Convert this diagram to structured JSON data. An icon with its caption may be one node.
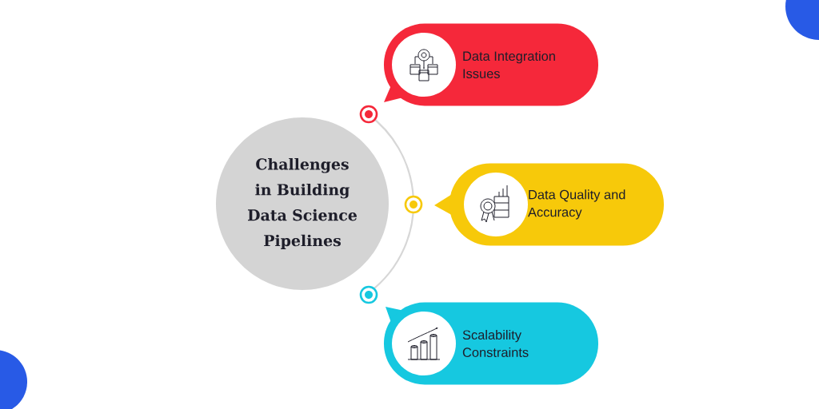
{
  "diagram": {
    "nodes": [
      {
        "text": [
          "Challenges in Building Data Science Pipelines"
        ]
      },
      {
        "text": [
          "Data Integration Issues"
        ]
      },
      {
        "text": [
          "Data Quality and Accuracy"
        ]
      },
      {
        "text": [
          "Scalability Constraints"
        ]
      }
    ]
  }
}
